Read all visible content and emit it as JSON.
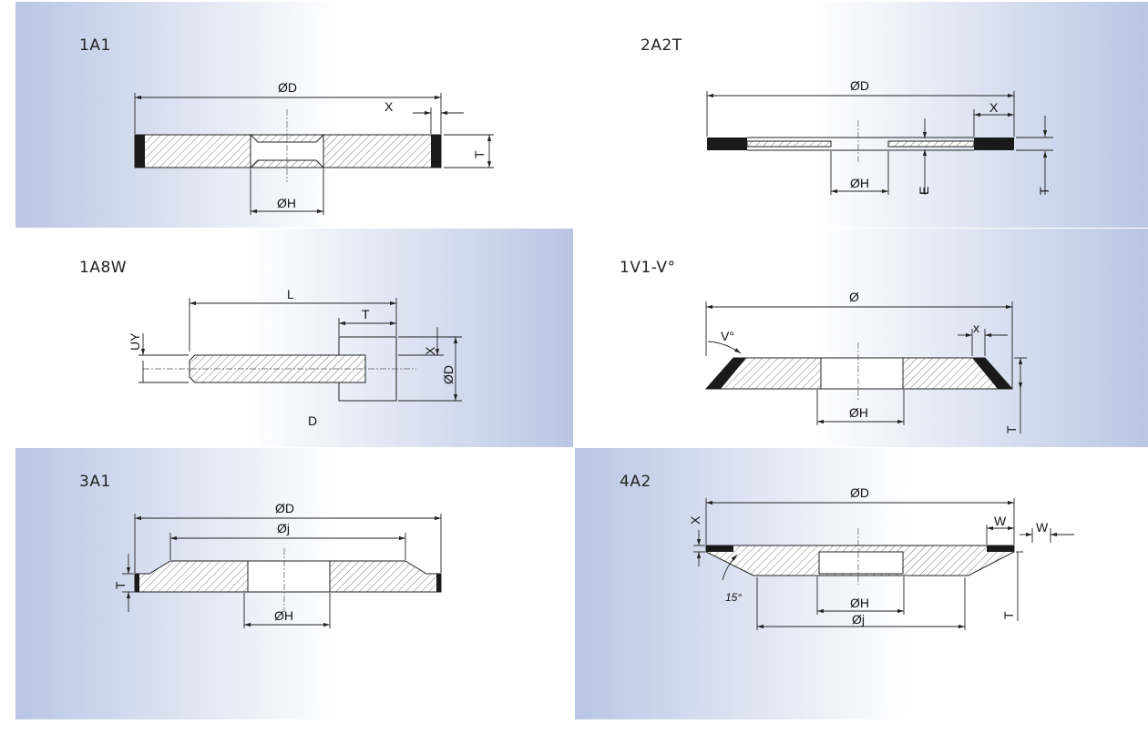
{
  "panels": [
    {
      "id": "1A1",
      "code": "1A1",
      "labels": {
        "od": "ØD",
        "x": "X",
        "t": "T",
        "oh": "ØH"
      }
    },
    {
      "id": "2A2T",
      "code": "2A2T",
      "labels": {
        "od": "ØD",
        "x": "X",
        "oh": "ØH",
        "e": "E",
        "t": "T"
      }
    },
    {
      "id": "1A8W",
      "code": "1A8W",
      "labels": {
        "l": "L",
        "t": "T",
        "uy": "UY",
        "x": "X",
        "od": "ØD",
        "d": "D"
      }
    },
    {
      "id": "1V1",
      "code": "1V1-V°",
      "labels": {
        "o": "Ø",
        "v": "V°",
        "x": "x",
        "oh": "ØH",
        "t": "T"
      }
    },
    {
      "id": "3A1",
      "code": "3A1",
      "labels": {
        "od": "ØD",
        "oj": "Øj",
        "t": "T",
        "oh": "ØH"
      }
    },
    {
      "id": "4A2",
      "code": "4A2",
      "labels": {
        "od": "ØD",
        "x": "X",
        "w1": "W",
        "w2": "W",
        "angle": "15°",
        "oh": "ØH",
        "oj": "Øj",
        "t": "T"
      }
    }
  ],
  "colors": {
    "panel_blue": "#b9c6e4",
    "abrasive": "#1a1a1a",
    "hatch": "#555555"
  }
}
